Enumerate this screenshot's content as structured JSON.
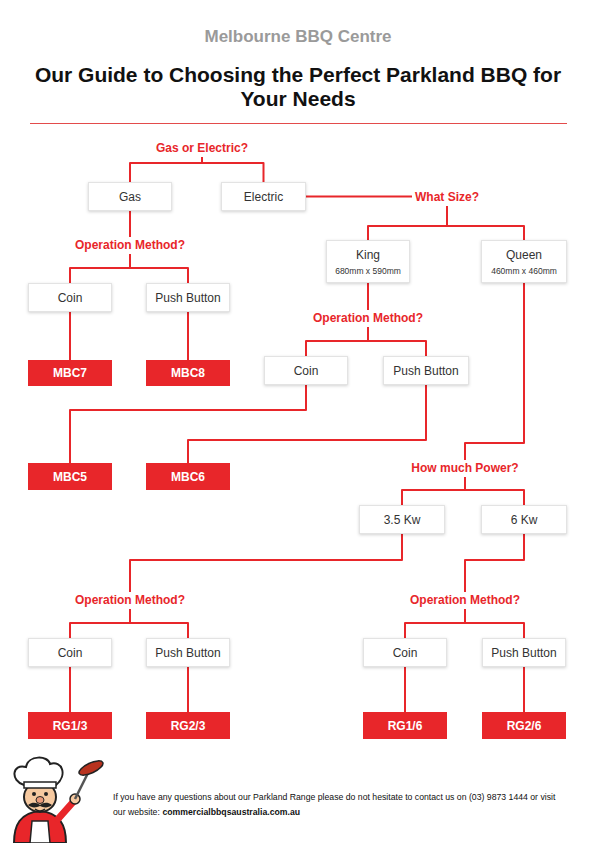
{
  "diagram": {
    "title": "Our Guide to Choosing the Perfect Parkland BBQ for Your Needs",
    "nodes": [
      {
        "text": [
          "Gas or Electric?"
        ]
      },
      {
        "text": [
          "Gas"
        ]
      },
      {
        "text": [
          "Electric"
        ]
      },
      {
        "text": [
          "What Size?"
        ]
      },
      {
        "text": [
          "Operation Method?"
        ]
      },
      {
        "text": [
          "King",
          "680mm x 590mm"
        ]
      },
      {
        "text": [
          "Queen",
          "460mm x 460mm"
        ]
      },
      {
        "text": [
          "Coin"
        ]
      },
      {
        "text": [
          "Push Button"
        ]
      },
      {
        "text": [
          "Operation Method?"
        ]
      },
      {
        "text": [
          "MBC7"
        ]
      },
      {
        "text": [
          "MBC8"
        ]
      },
      {
        "text": [
          "Coin"
        ]
      },
      {
        "text": [
          "Push Button"
        ]
      },
      {
        "text": [
          "MBC5"
        ]
      },
      {
        "text": [
          "MBC6"
        ]
      },
      {
        "text": [
          "How much Power?"
        ]
      },
      {
        "text": [
          "3.5 Kw"
        ]
      },
      {
        "text": [
          "6 Kw"
        ]
      },
      {
        "text": [
          "Operation Method?"
        ]
      },
      {
        "text": [
          "Operation Method?"
        ]
      },
      {
        "text": [
          "Coin"
        ]
      },
      {
        "text": [
          "Push Button"
        ]
      },
      {
        "text": [
          "Coin"
        ]
      },
      {
        "text": [
          "Push Button"
        ]
      },
      {
        "text": [
          "RG1/3"
        ]
      },
      {
        "text": [
          "RG2/3"
        ]
      },
      {
        "text": [
          "RG1/6"
        ]
      },
      {
        "text": [
          "RG2/6"
        ]
      }
    ],
    "edges": [
      {
        "from": 0,
        "to": 1,
        "arrow": "none"
      },
      {
        "from": 0,
        "to": 2,
        "arrow": "none"
      },
      {
        "from": 1,
        "to": 4,
        "arrow": "none"
      },
      {
        "from": 2,
        "to": 3,
        "arrow": "none"
      },
      {
        "from": 3,
        "to": 5,
        "arrow": "none"
      },
      {
        "from": 3,
        "to": 6,
        "arrow": "none"
      },
      {
        "from": 4,
        "to": 7,
        "arrow": "none"
      },
      {
        "from": 4,
        "to": 8,
        "arrow": "none"
      },
      {
        "from": 7,
        "to": 10,
        "arrow": "none"
      },
      {
        "from": 8,
        "to": 11,
        "arrow": "none"
      },
      {
        "from": 5,
        "to": 9,
        "arrow": "none"
      },
      {
        "from": 9,
        "to": 12,
        "arrow": "none"
      },
      {
        "from": 9,
        "to": 13,
        "arrow": "none"
      },
      {
        "from": 12,
        "to": 14,
        "arrow": "none"
      },
      {
        "from": 13,
        "to": 15,
        "arrow": "none"
      },
      {
        "from": 6,
        "to": 16,
        "arrow": "none"
      },
      {
        "from": 16,
        "to": 17,
        "arrow": "none"
      },
      {
        "from": 16,
        "to": 18,
        "arrow": "none"
      },
      {
        "from": 17,
        "to": 19,
        "arrow": "none"
      },
      {
        "from": 18,
        "to": 20,
        "arrow": "none"
      },
      {
        "from": 19,
        "to": 21,
        "arrow": "none"
      },
      {
        "from": 19,
        "to": 22,
        "arrow": "none"
      },
      {
        "from": 20,
        "to": 23,
        "arrow": "none"
      },
      {
        "from": 20,
        "to": 24,
        "arrow": "none"
      },
      {
        "from": 21,
        "to": 25,
        "arrow": "none"
      },
      {
        "from": 22,
        "to": 26,
        "arrow": "none"
      },
      {
        "from": 23,
        "to": 27,
        "arrow": "none"
      },
      {
        "from": 24,
        "to": 28,
        "arrow": "none"
      }
    ],
    "labels": [
      "Melbourne BBQ Centre",
      "If you have any questions about our Parkland Range please do not hesitate to contact us on (03) 9873 1444 or visit our website:",
      "commercialbbqsaustralia.com.au"
    ]
  }
}
